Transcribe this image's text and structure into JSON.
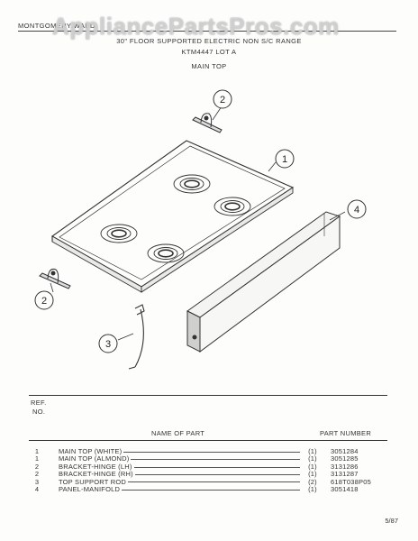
{
  "header": {
    "brand": "MONTGOMERY WARD",
    "title": "30\" FLOOR SUPPORTED ELECTRIC NON S/C RANGE",
    "model": "KTM4447 LOT A",
    "section": "MAIN TOP"
  },
  "watermark": "AppliancePartsPros.com",
  "callouts": [
    "1",
    "2",
    "2",
    "3",
    "4"
  ],
  "parts_table": {
    "headers": {
      "ref_line1": "REF.",
      "ref_line2": "NO.",
      "name": "NAME OF PART",
      "part_number": "PART NUMBER"
    },
    "rows": [
      {
        "ref": "1",
        "name": "MAIN TOP (WHITE)",
        "qty": "(1)",
        "part_number": "3051284"
      },
      {
        "ref": "1",
        "name": "MAIN TOP (ALMOND)",
        "qty": "(1)",
        "part_number": "3051285"
      },
      {
        "ref": "2",
        "name": "BRACKET-HINGE (LH)",
        "qty": "(1)",
        "part_number": "3131286"
      },
      {
        "ref": "2",
        "name": "BRACKET-HINGE (RH)",
        "qty": "(1)",
        "part_number": "3131287"
      },
      {
        "ref": "3",
        "name": "TOP SUPPORT ROD",
        "qty": "(2)",
        "part_number": "618T038P05"
      },
      {
        "ref": "4",
        "name": "PANEL-MANIFOLD",
        "qty": "(1)",
        "part_number": "3051418"
      }
    ]
  },
  "footer": {
    "date": "5/87"
  }
}
